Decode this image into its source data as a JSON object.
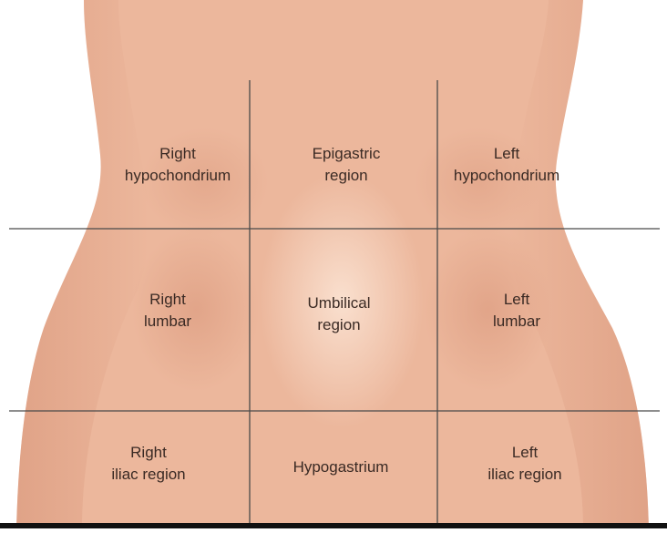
{
  "colors": {
    "skin": "#ecb79c",
    "skin_light": "#f5cfb8",
    "skin_shadow": "#d9967a",
    "divider": "#4a4a4a",
    "label": "#3a2a24"
  },
  "regions": {
    "right_hypochondrium": {
      "line1": "Right",
      "line2": "hypochondrium"
    },
    "epigastric": {
      "line1": "Epigastric",
      "line2": "region"
    },
    "left_hypochondrium": {
      "line1": "Left",
      "line2": "hypochondrium"
    },
    "right_lumbar": {
      "line1": "Right",
      "line2": "lumbar"
    },
    "umbilical": {
      "line1": "Umbilical",
      "line2": "region"
    },
    "left_lumbar": {
      "line1": "Left",
      "line2": "lumbar"
    },
    "right_iliac": {
      "line1": "Right",
      "line2": "iliac region"
    },
    "hypogastrium": {
      "line1": "Hypogastrium"
    },
    "left_iliac": {
      "line1": "Left",
      "line2": "iliac region"
    }
  }
}
